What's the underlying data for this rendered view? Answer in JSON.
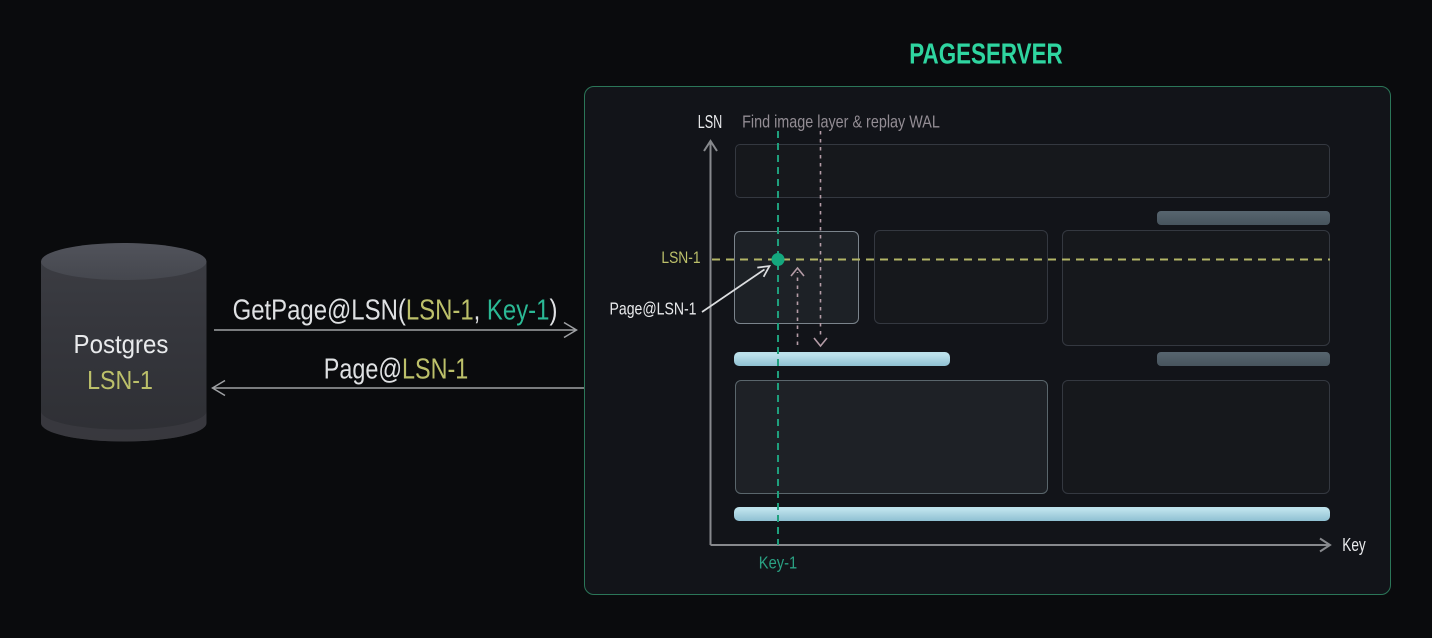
{
  "postgres": {
    "label": "Postgres",
    "lsn": "LSN-1"
  },
  "request": {
    "prefix": "GetPage@LSN(",
    "lsn_arg": "LSN-1",
    "separator": ", ",
    "key_arg": "Key-1",
    "suffix": ")"
  },
  "response": {
    "prefix": "Page@",
    "lsn": "LSN-1"
  },
  "pageserver": {
    "title": "PAGESERVER",
    "hint": "Find image layer & replay WAL",
    "y_axis_label": "LSN",
    "x_axis_label": "Key",
    "lsn_marker": "LSN-1",
    "key_marker": "Key-1",
    "point_label": "Page@LSN-1"
  },
  "colors": {
    "page-bg": "#0a0b0d",
    "panel-bg": "#121419",
    "panel-border": "#2b7658",
    "title-green": "#2fd5a0",
    "text-bright": "#e9eaec",
    "text-dim": "#dfe1e3",
    "olive-text": "#bcc06a",
    "olive-dash": "#b2b566",
    "teal-text": "#2bb995",
    "teal-label": "#2aa183",
    "teal-dash": "#1f9f7d",
    "pink-dash": "#b49ba6",
    "hint-gray": "#938d94",
    "axis-gray": "#909396",
    "arrow-gray": "#9fa1a4",
    "dot-green": "#14a87e",
    "rect-dim-bg": "#16181c",
    "rect-dim-border": "#343840",
    "rect-hl-bg": "#1d2126",
    "rect-hl-border": "#7b848c",
    "rect-hl2-bg": "#1e2126",
    "rect-hl2-border": "#5a666c",
    "image-bar-light": "#bce1eb",
    "image-bar-dark": "#8fc0d2",
    "steel-bar-light": "#57656f",
    "steel-bar-dark": "#47545d",
    "cylinder-top": "#4b4d54",
    "cylinder-body": "#36373d"
  }
}
